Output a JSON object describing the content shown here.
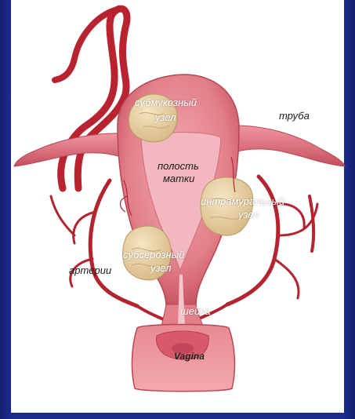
{
  "colors": {
    "slide_background": "#1c2a8c",
    "panel": "#ffffff",
    "uterus": "#e7848c",
    "uterus_dark": "#c9505e",
    "cavity": "#f2b6bd",
    "artery": "#b3242f",
    "node": "#ead3a4"
  },
  "labels": {
    "submucous_line1": "субмукозный",
    "submucous_line2": "узел",
    "tube": "труба",
    "cavity_line1": "полость",
    "cavity_line2": "матки",
    "intramural_line1": "интрамуральный",
    "intramural_line2": "узел",
    "subserous_line1": "субсерозный",
    "subserous_line2": "узел",
    "arteries": "артерии",
    "cervix": "шейка",
    "vagina": "Vagina"
  }
}
